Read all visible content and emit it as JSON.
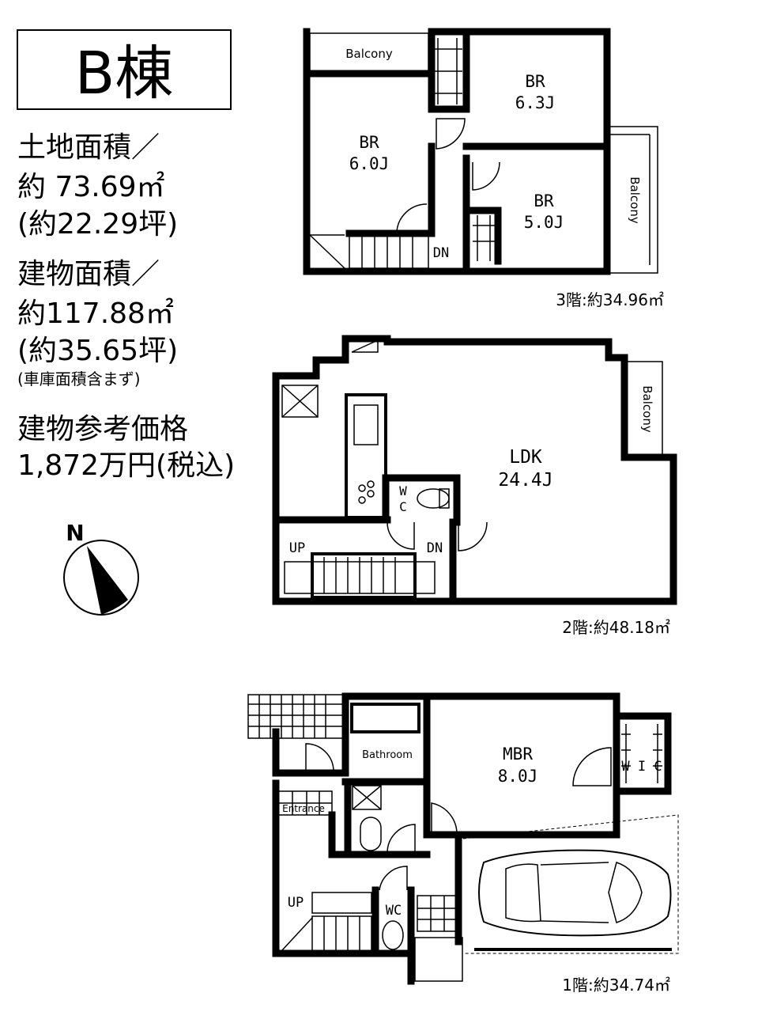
{
  "title": "B棟",
  "info": {
    "land_label": "土地面積／",
    "land_sqm": "約 73.69㎡",
    "land_tsubo": "(約22.29坪)",
    "building_label": "建物面積／",
    "building_sqm": "約117.88㎡",
    "building_tsubo": "(約35.65坪)",
    "building_note": "(車庫面積含まず)",
    "price_label": "建物参考価格",
    "price": "1,872万円(税込)"
  },
  "compass": {
    "label": "N"
  },
  "floor3": {
    "caption": "3階:約34.96㎡",
    "rooms": [
      {
        "name": "BR",
        "size": "6.3J"
      },
      {
        "name": "BR",
        "size": "6.0J"
      },
      {
        "name": "BR",
        "size": "5.0J"
      }
    ],
    "balcony_top": "Balcony",
    "balcony_side": "Balcony",
    "stair": "DN"
  },
  "floor2": {
    "caption": "2階:約48.18㎡",
    "room_name": "LDK",
    "room_size": "24.4J",
    "balcony": "Balcony",
    "wc_w": "W",
    "wc_c": "C",
    "up": "UP",
    "dn": "DN"
  },
  "floor1": {
    "caption": "1階:約34.74㎡",
    "room_name": "MBR",
    "room_size": "8.0J",
    "bathroom": "Bathroom",
    "entrance": "Entrance",
    "wic": "W I C",
    "wc": "WC",
    "up": "UP"
  }
}
